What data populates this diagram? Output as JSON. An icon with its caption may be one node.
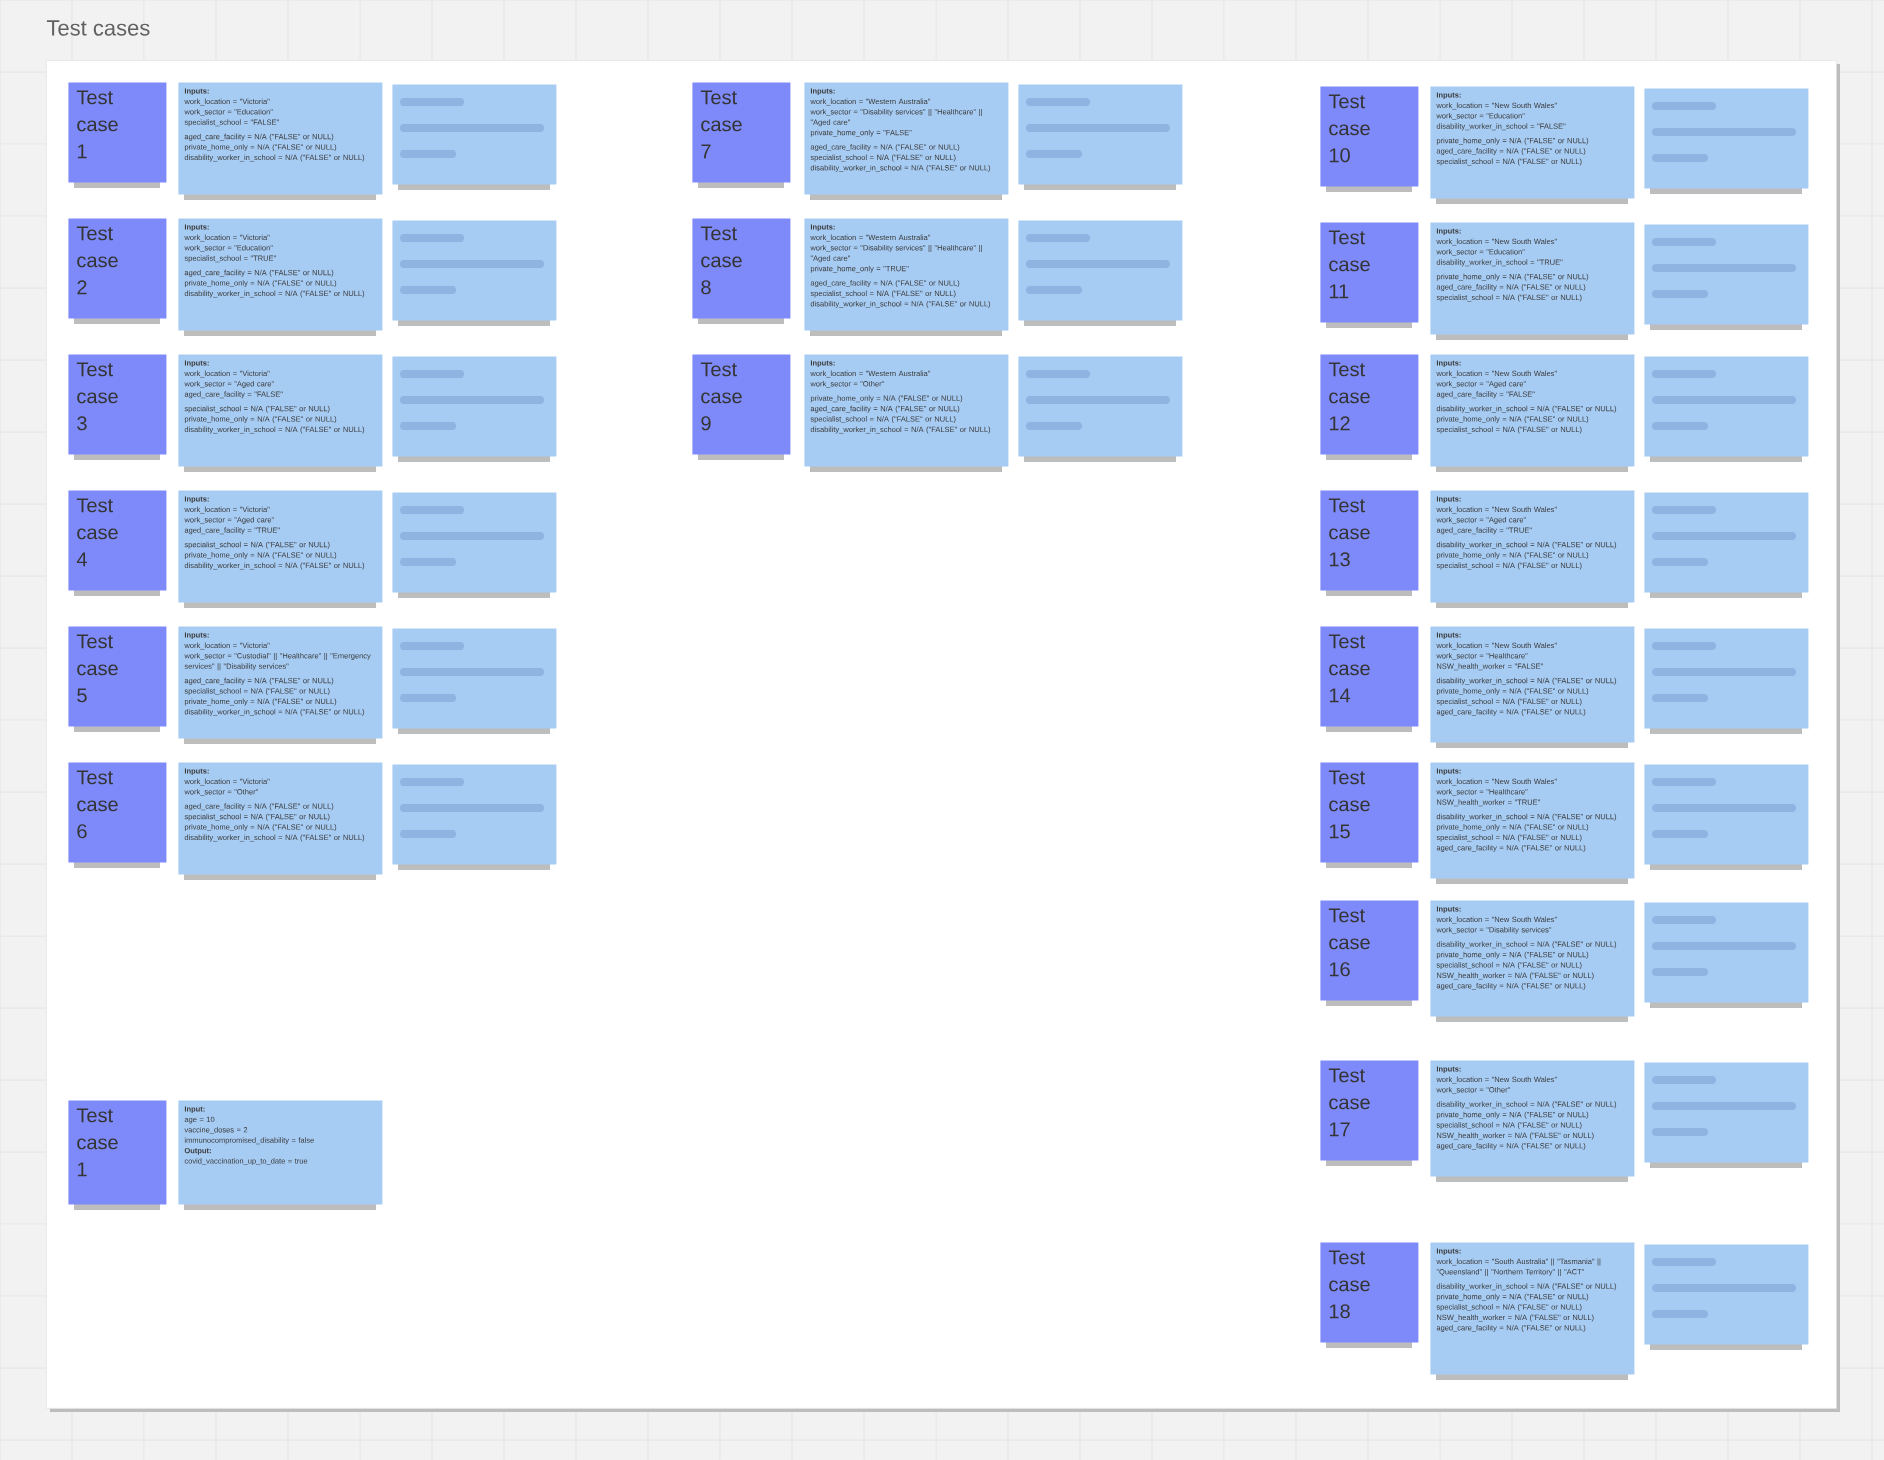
{
  "diagram": {
    "nodes": [
      {
        "text": [
          "Test cases"
        ]
      },
      {
        "text": [
          "Test case 1"
        ],
        "in": 0
      },
      {
        "text": [
          "Inputs:",
          "work_location = \"Victoria\"",
          "work_sector = \"Education\"",
          "specialist_school = \"FALSE\"",
          "aged_care_facility = N/A (\"FALSE\" or NULL)",
          "private_home_only = N/A (\"FALSE\" or NULL)",
          "disability_worker_in_school = N/A (\"FALSE\" or NULL)"
        ],
        "in": 0
      },
      {
        "text": [],
        "shape": "box",
        "in": 0
      },
      {
        "text": [
          "Test case 2"
        ],
        "in": 0
      },
      {
        "text": [
          "Inputs:",
          "work_location = \"Victoria\"",
          "work_sector = \"Education\"",
          "specialist_school = \"TRUE\"",
          "aged_care_facility = N/A (\"FALSE\" or NULL)",
          "private_home_only = N/A (\"FALSE\" or NULL)",
          "disability_worker_in_school = N/A (\"FALSE\" or NULL)"
        ],
        "in": 0
      },
      {
        "text": [],
        "shape": "box",
        "in": 0
      },
      {
        "text": [
          "Test case 3"
        ],
        "in": 0
      },
      {
        "text": [
          "Inputs:",
          "work_location = \"Victoria\"",
          "work_sector = \"Aged care\"",
          "aged_care_facility = \"FALSE\"",
          "specialist_school = N/A (\"FALSE\" or NULL)",
          "private_home_only = N/A (\"FALSE\" or NULL)",
          "disability_worker_in_school = N/A (\"FALSE\" or NULL)"
        ],
        "in": 0
      },
      {
        "text": [],
        "shape": "box",
        "in": 0
      },
      {
        "text": [
          "Test case 4"
        ],
        "in": 0
      },
      {
        "text": [
          "Inputs:",
          "work_location = \"Victoria\"",
          "work_sector = \"Aged care\"",
          "aged_care_facility = \"TRUE\"",
          "specialist_school = N/A (\"FALSE\" or NULL)",
          "private_home_only = N/A (\"FALSE\" or NULL)",
          "disability_worker_in_school = N/A (\"FALSE\" or NULL)"
        ],
        "in": 0
      },
      {
        "text": [],
        "shape": "box",
        "in": 0
      },
      {
        "text": [
          "Test case 5"
        ],
        "in": 0
      },
      {
        "text": [
          "Inputs:",
          "work_location = \"Victoria\"",
          "work_sector = \"Custodial\" || \"Healthcare\" || \"Emergency services\" || \"Disability services\"",
          "aged_care_facility = N/A (\"FALSE\" or NULL)",
          "specialist_school = N/A (\"FALSE\" or NULL)",
          "private_home_only = N/A (\"FALSE\" or NULL)",
          "disability_worker_in_school = N/A (\"FALSE\" or NULL)"
        ],
        "in": 0
      },
      {
        "text": [],
        "shape": "box",
        "in": 0
      },
      {
        "text": [
          "Test case 6"
        ],
        "in": 0
      },
      {
        "text": [
          "Inputs:",
          "work_location = \"Victoria\"",
          "work_sector = \"Other\"",
          "aged_care_facility = N/A (\"FALSE\" or NULL)",
          "specialist_school = N/A (\"FALSE\" or NULL)",
          "private_home_only = N/A (\"FALSE\" or NULL)",
          "disability_worker_in_school = N/A (\"FALSE\" or NULL)"
        ],
        "in": 0
      },
      {
        "text": [],
        "shape": "box",
        "in": 0
      },
      {
        "text": [
          "Test case 7"
        ],
        "in": 0
      },
      {
        "text": [
          "Inputs:",
          "work_location = \"Western Australia\"",
          "work_sector = \"Disability services\" || \"Healthcare\" || \"Aged care\"",
          "private_home_only = \"FALSE\"",
          "aged_care_facility = N/A (\"FALSE\" or NULL)",
          "specialist_school = N/A (\"FALSE\" or NULL)",
          "disability_worker_in_school = N/A (\"FALSE\" or NULL)"
        ],
        "in": 0
      },
      {
        "text": [],
        "shape": "box",
        "in": 0
      },
      {
        "text": [
          "Test case 8"
        ],
        "in": 0
      },
      {
        "text": [
          "Inputs:",
          "work_location = \"Western Australia\"",
          "work_sector = \"Disability services\" || \"Healthcare\" || \"Aged care\"",
          "private_home_only = \"TRUE\"",
          "aged_care_facility = N/A (\"FALSE\" or NULL)",
          "specialist_school = N/A (\"FALSE\" or NULL)",
          "disability_worker_in_school = N/A (\"FALSE\" or NULL)"
        ],
        "in": 0
      },
      {
        "text": [],
        "shape": "box",
        "in": 0
      },
      {
        "text": [
          "Test case 9"
        ],
        "in": 0
      },
      {
        "text": [
          "Inputs:",
          "work_location = \"Western Australia\"",
          "work_sector = \"Other\"",
          "private_home_only = N/A (\"FALSE\" or NULL)",
          "aged_care_facility = N/A (\"FALSE\" or NULL)",
          "specialist_school = N/A (\"FALSE\" or NULL)",
          "disability_worker_in_school = N/A (\"FALSE\" or NULL)"
        ],
        "in": 0
      },
      {
        "text": [],
        "shape": "box",
        "in": 0
      },
      {
        "text": [
          "Test case 10"
        ],
        "in": 0
      },
      {
        "text": [
          "Inputs:",
          "work_location = \"New South Wales\"",
          "work_sector = \"Education\"",
          "disability_worker_in_school = \"FALSE\"",
          "private_home_only = N/A (\"FALSE\" or NULL)",
          "aged_care_facility = N/A (\"FALSE\" or NULL)",
          "specialist_school = N/A (\"FALSE\" or NULL)"
        ],
        "in": 0
      },
      {
        "text": [],
        "shape": "box",
        "in": 0
      },
      {
        "text": [
          "Test case 11"
        ],
        "in": 0
      },
      {
        "text": [
          "Inputs:",
          "work_location = \"New South Wales\"",
          "work_sector = \"Education\"",
          "disability_worker_in_school = \"TRUE\"",
          "private_home_only = N/A (\"FALSE\" or NULL)",
          "aged_care_facility = N/A (\"FALSE\" or NULL)",
          "specialist_school = N/A (\"FALSE\" or NULL)"
        ],
        "in": 0
      },
      {
        "text": [],
        "shape": "box",
        "in": 0
      },
      {
        "text": [
          "Test case 12"
        ],
        "in": 0
      },
      {
        "text": [
          "Inputs:",
          "work_location = \"New South Wales\"",
          "work_sector = \"Aged care\"",
          "aged_care_facility = \"FALSE\"",
          "disability_worker_in_school = N/A (\"FALSE\" or NULL)",
          "private_home_only = N/A (\"FALSE\" or NULL)",
          "specialist_school = N/A (\"FALSE\" or NULL)"
        ],
        "in": 0
      },
      {
        "text": [],
        "shape": "box",
        "in": 0
      },
      {
        "text": [
          "Test case 13"
        ],
        "in": 0
      },
      {
        "text": [
          "Inputs:",
          "work_location = \"New South Wales\"",
          "work_sector = \"Aged care\"",
          "aged_care_facility = \"TRUE\"",
          "disability_worker_in_school = N/A (\"FALSE\" or NULL)",
          "private_home_only = N/A (\"FALSE\" or NULL)",
          "specialist_school = N/A (\"FALSE\" or NULL)"
        ],
        "in": 0
      },
      {
        "text": [],
        "shape": "box",
        "in": 0
      },
      {
        "text": [
          "Test case 14"
        ],
        "in": 0
      },
      {
        "text": [
          "Inputs:",
          "work_location = \"New South Wales\"",
          "work_sector = \"Healthcare\"",
          "NSW_health_worker = \"FALSE\"",
          "disability_worker_in_school = N/A (\"FALSE\" or NULL)",
          "private_home_only = N/A (\"FALSE\" or NULL)",
          "specialist_school = N/A (\"FALSE\" or NULL)",
          "aged_care_facility = N/A (\"FALSE\" or NULL)"
        ],
        "in": 0
      },
      {
        "text": [],
        "shape": "box",
        "in": 0
      },
      {
        "text": [
          "Test case 15"
        ],
        "in": 0
      },
      {
        "text": [
          "Inputs:",
          "work_location = \"New South Wales\"",
          "work_sector = \"Healthcare\"",
          "NSW_health_worker = \"TRUE\"",
          "disability_worker_in_school = N/A (\"FALSE\" or NULL)",
          "private_home_only = N/A (\"FALSE\" or NULL)",
          "specialist_school = N/A (\"FALSE\" or NULL)",
          "aged_care_facility = N/A (\"FALSE\" or NULL)"
        ],
        "in": 0
      },
      {
        "text": [],
        "shape": "box",
        "in": 0
      },
      {
        "text": [
          "Test case 16"
        ],
        "in": 0
      },
      {
        "text": [
          "Inputs:",
          "work_location = \"New South Wales\"",
          "work_sector = \"Disability services\"",
          "disability_worker_in_school = N/A (\"FALSE\" or NULL)",
          "private_home_only = N/A (\"FALSE\" or NULL)",
          "specialist_school = N/A (\"FALSE\" or NULL)",
          "NSW_health_worker = N/A (\"FALSE\" or NULL)",
          "aged_care_facility = N/A (\"FALSE\" or NULL)"
        ],
        "in": 0
      },
      {
        "text": [],
        "shape": "box",
        "in": 0
      },
      {
        "text": [
          "Test case 17"
        ],
        "in": 0
      },
      {
        "text": [
          "Inputs:",
          "work_location = \"New South Wales\"",
          "work_sector = \"Other\"",
          "disability_worker_in_school = N/A (\"FALSE\" or NULL)",
          "private_home_only = N/A (\"FALSE\" or NULL)",
          "specialist_school = N/A (\"FALSE\" or NULL)",
          "NSW_health_worker = N/A (\"FALSE\" or NULL)",
          "aged_care_facility = N/A (\"FALSE\" or NULL)"
        ],
        "in": 0
      },
      {
        "text": [],
        "shape": "box",
        "in": 0
      },
      {
        "text": [
          "Test case 18"
        ],
        "in": 0
      },
      {
        "text": [
          "Inputs:",
          "work_location = \"South Australia\" || \"Tasmania\" || \"Queensland\" || \"Northern Territory\" || \"ACT\"",
          "disability_worker_in_school = N/A (\"FALSE\" or NULL)",
          "private_home_only = N/A (\"FALSE\" or NULL)",
          "specialist_school = N/A (\"FALSE\" or NULL)",
          "NSW_health_worker = N/A (\"FALSE\" or NULL)",
          "aged_care_facility = N/A (\"FALSE\" or NULL)"
        ],
        "in": 0
      },
      {
        "text": [],
        "shape": "box",
        "in": 0
      },
      {
        "text": [
          "Test case 1"
        ],
        "in": 0
      },
      {
        "text": [
          "Input:",
          "age = 10",
          "vaccine_doses = 2",
          "immunocompromised_disability = false",
          "Output:",
          "covid_vaccination_up_to_date = true"
        ],
        "in": 0
      }
    ]
  }
}
